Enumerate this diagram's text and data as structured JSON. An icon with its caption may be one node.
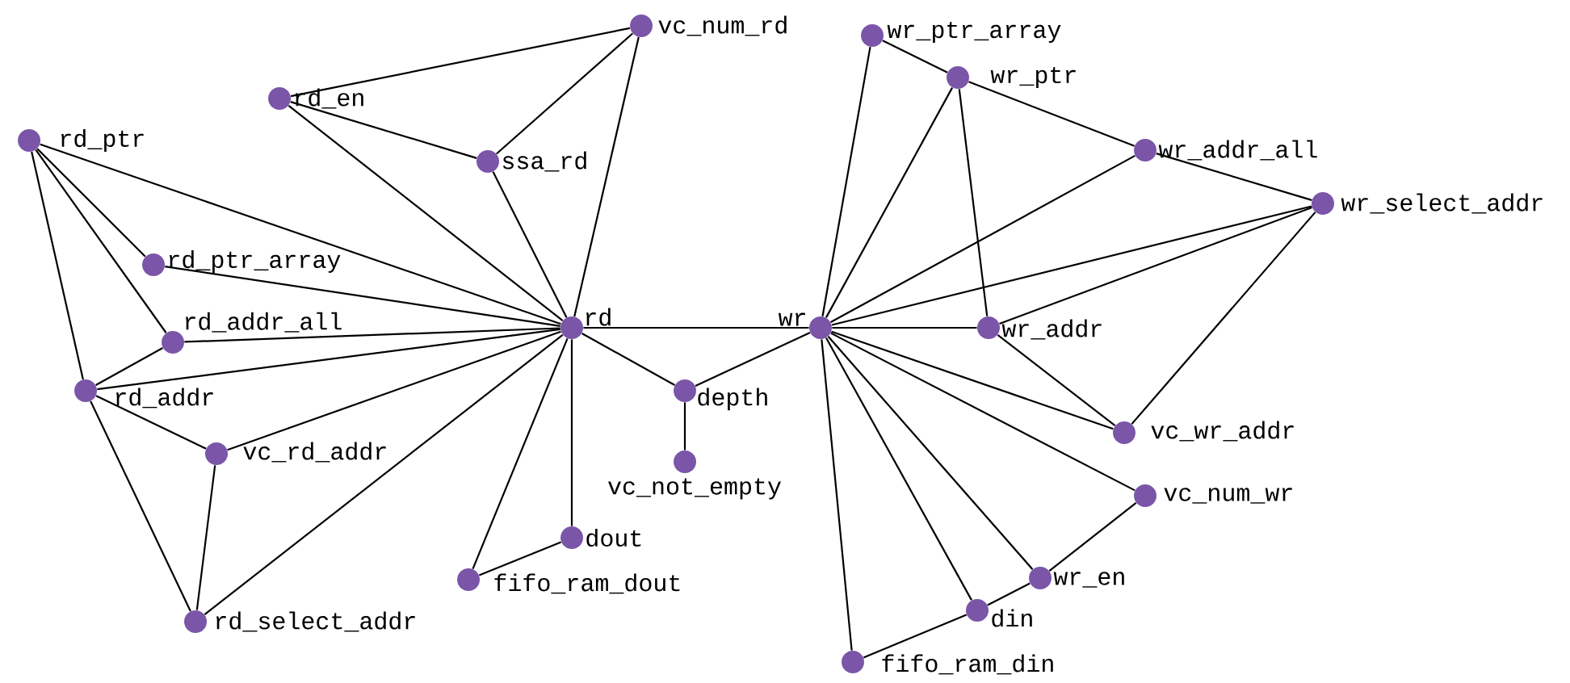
{
  "diagram": {
    "nodes": [
      {
        "text": [],
        "shape": "circle",
        "beside": [
          "vc_num_rd"
        ]
      },
      {
        "text": [],
        "shape": "circle",
        "beside": [
          "rd_en"
        ]
      },
      {
        "text": [],
        "shape": "circle",
        "beside": [
          "rd_ptr"
        ]
      },
      {
        "text": [],
        "shape": "circle",
        "beside": [
          "ssa_rd"
        ]
      },
      {
        "text": [],
        "shape": "circle",
        "beside": [
          "rd_ptr_array"
        ]
      },
      {
        "text": [],
        "shape": "circle",
        "beside": [
          "rd"
        ]
      },
      {
        "text": [],
        "shape": "circle",
        "beside": [
          "rd_addr_all"
        ]
      },
      {
        "text": [],
        "shape": "circle",
        "beside": [
          "rd_addr"
        ]
      },
      {
        "text": [],
        "shape": "circle",
        "beside": [
          "depth"
        ]
      },
      {
        "text": [],
        "shape": "circle",
        "beside": [
          "vc_rd_addr"
        ]
      },
      {
        "text": [],
        "shape": "circle",
        "beside": [
          "vc_not_empty"
        ]
      },
      {
        "text": [],
        "shape": "circle",
        "beside": [
          "dout"
        ]
      },
      {
        "text": [],
        "shape": "circle",
        "beside": [
          "fifo_ram_dout"
        ]
      },
      {
        "text": [],
        "shape": "circle",
        "beside": [
          "rd_select_addr"
        ]
      },
      {
        "text": [],
        "shape": "circle",
        "beside": [
          "wr_ptr_array"
        ]
      },
      {
        "text": [],
        "shape": "circle",
        "beside": [
          "wr_ptr"
        ]
      },
      {
        "text": [],
        "shape": "circle",
        "beside": [
          "wr_addr_all"
        ]
      },
      {
        "text": [],
        "shape": "circle",
        "beside": [
          "wr_select_addr"
        ]
      },
      {
        "text": [],
        "shape": "circle",
        "beside": [
          "wr"
        ]
      },
      {
        "text": [],
        "shape": "circle",
        "beside": [
          "wr_addr"
        ]
      },
      {
        "text": [],
        "shape": "circle",
        "beside": [
          "vc_wr_addr"
        ]
      },
      {
        "text": [],
        "shape": "circle",
        "beside": [
          "vc_num_wr"
        ]
      },
      {
        "text": [],
        "shape": "circle",
        "beside": [
          "wr_en"
        ]
      },
      {
        "text": [],
        "shape": "circle",
        "beside": [
          "din"
        ]
      },
      {
        "text": [],
        "shape": "circle",
        "beside": [
          "fifo_ram_din"
        ]
      }
    ],
    "edges": [
      {
        "from": 1,
        "to": 0,
        "arrow": "none"
      },
      {
        "from": 3,
        "to": 0,
        "arrow": "none"
      },
      {
        "from": 5,
        "to": 0,
        "arrow": "none"
      },
      {
        "from": 1,
        "to": 3,
        "arrow": "none"
      },
      {
        "from": 1,
        "to": 5,
        "arrow": "none"
      },
      {
        "from": 3,
        "to": 5,
        "arrow": "none"
      },
      {
        "from": 2,
        "to": 5,
        "arrow": "none"
      },
      {
        "from": 2,
        "to": 4,
        "arrow": "none"
      },
      {
        "from": 2,
        "to": 6,
        "arrow": "none"
      },
      {
        "from": 2,
        "to": 7,
        "arrow": "none"
      },
      {
        "from": 4,
        "to": 5,
        "arrow": "none"
      },
      {
        "from": 6,
        "to": 5,
        "arrow": "none"
      },
      {
        "from": 6,
        "to": 7,
        "arrow": "none"
      },
      {
        "from": 7,
        "to": 5,
        "arrow": "none"
      },
      {
        "from": 7,
        "to": 9,
        "arrow": "none"
      },
      {
        "from": 7,
        "to": 13,
        "arrow": "none"
      },
      {
        "from": 9,
        "to": 5,
        "arrow": "none"
      },
      {
        "from": 9,
        "to": 13,
        "arrow": "none"
      },
      {
        "from": 13,
        "to": 5,
        "arrow": "none"
      },
      {
        "from": 5,
        "to": 8,
        "arrow": "none"
      },
      {
        "from": 5,
        "to": 18,
        "arrow": "none"
      },
      {
        "from": 8,
        "to": 18,
        "arrow": "none"
      },
      {
        "from": 8,
        "to": 10,
        "arrow": "none"
      },
      {
        "from": 5,
        "to": 11,
        "arrow": "none"
      },
      {
        "from": 5,
        "to": 12,
        "arrow": "none"
      },
      {
        "from": 12,
        "to": 11,
        "arrow": "none"
      },
      {
        "from": 14,
        "to": 15,
        "arrow": "none"
      },
      {
        "from": 14,
        "to": 18,
        "arrow": "none"
      },
      {
        "from": 15,
        "to": 18,
        "arrow": "none"
      },
      {
        "from": 15,
        "to": 16,
        "arrow": "none"
      },
      {
        "from": 15,
        "to": 19,
        "arrow": "none"
      },
      {
        "from": 16,
        "to": 18,
        "arrow": "none"
      },
      {
        "from": 16,
        "to": 17,
        "arrow": "none"
      },
      {
        "from": 17,
        "to": 18,
        "arrow": "none"
      },
      {
        "from": 17,
        "to": 19,
        "arrow": "none"
      },
      {
        "from": 17,
        "to": 20,
        "arrow": "none"
      },
      {
        "from": 18,
        "to": 19,
        "arrow": "none"
      },
      {
        "from": 19,
        "to": 20,
        "arrow": "none"
      },
      {
        "from": 18,
        "to": 20,
        "arrow": "none"
      },
      {
        "from": 18,
        "to": 21,
        "arrow": "none"
      },
      {
        "from": 18,
        "to": 22,
        "arrow": "none"
      },
      {
        "from": 18,
        "to": 23,
        "arrow": "none"
      },
      {
        "from": 18,
        "to": 24,
        "arrow": "none"
      },
      {
        "from": 21,
        "to": 22,
        "arrow": "none"
      },
      {
        "from": 22,
        "to": 23,
        "arrow": "none"
      },
      {
        "from": 23,
        "to": 24,
        "arrow": "none"
      }
    ]
  }
}
